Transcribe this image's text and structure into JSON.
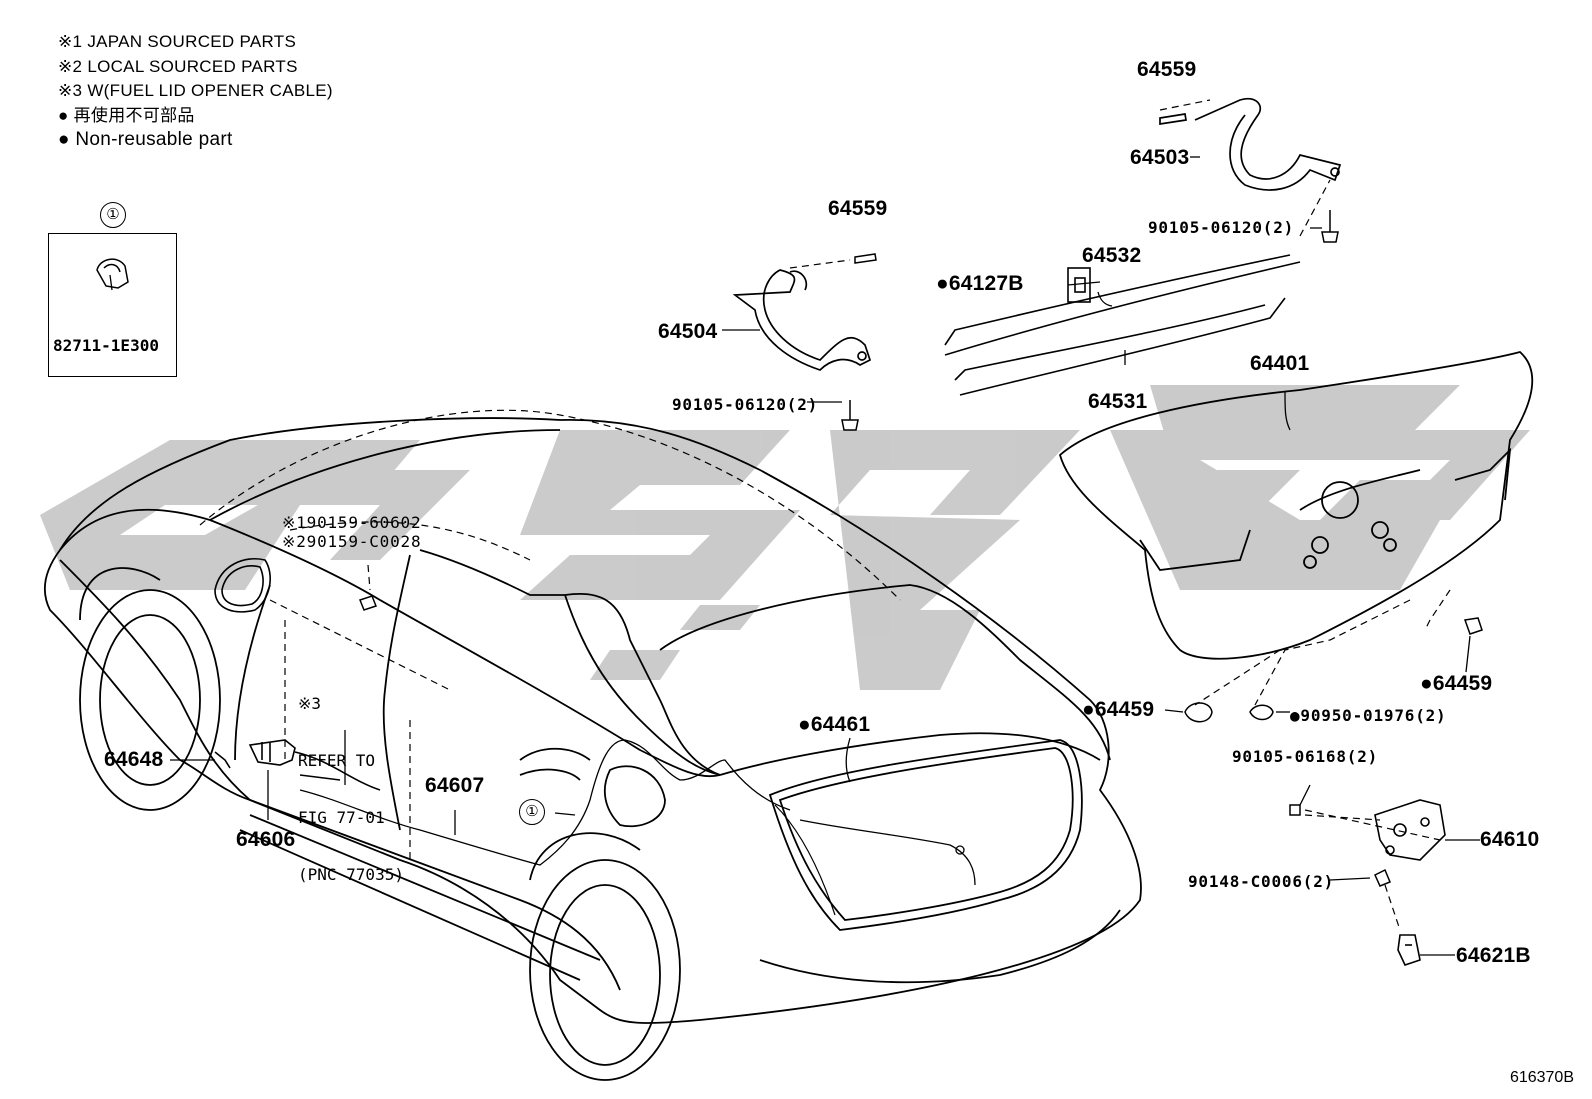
{
  "legend": {
    "line1": "※1 JAPAN SOURCED PARTS",
    "line2": "※2 LOCAL SOURCED PARTS",
    "line3": "※3 W(FUEL LID OPENER CABLE)",
    "line4": "● 再使用不可部品",
    "line5": "● Non-reusable part"
  },
  "inset": {
    "marker": "①",
    "part": "82711-1E300"
  },
  "parts": {
    "p64559_top": "64559",
    "p64503": "64503",
    "p90105_right": "90105-06120(2)",
    "p64559_mid": "64559",
    "p64532": "64532",
    "p64127B": "●64127B",
    "p64504": "64504",
    "p64531": "64531",
    "p64401": "64401",
    "p90105_left": "90105-06120(2)",
    "p90159_1": "※190159-60602",
    "p90159_2": "※290159-C0028",
    "p64459_right": "●64459",
    "p64459_left": "●64459",
    "p90950": "●90950-01976(2)",
    "p64461": "●64461",
    "p64648": "64648",
    "p64607": "64607",
    "p64606": "64606",
    "p90105_06168": "90105-06168(2)",
    "p64610": "64610",
    "p90148": "90148-C0006(2)",
    "p64621B": "64621B"
  },
  "refer_note": {
    "line1": "※3",
    "line2": "REFER TO",
    "line3": "FIG 77-01",
    "line4": "(PNC 77035)"
  },
  "callout_marker": "①",
  "figure_id": "616370B"
}
